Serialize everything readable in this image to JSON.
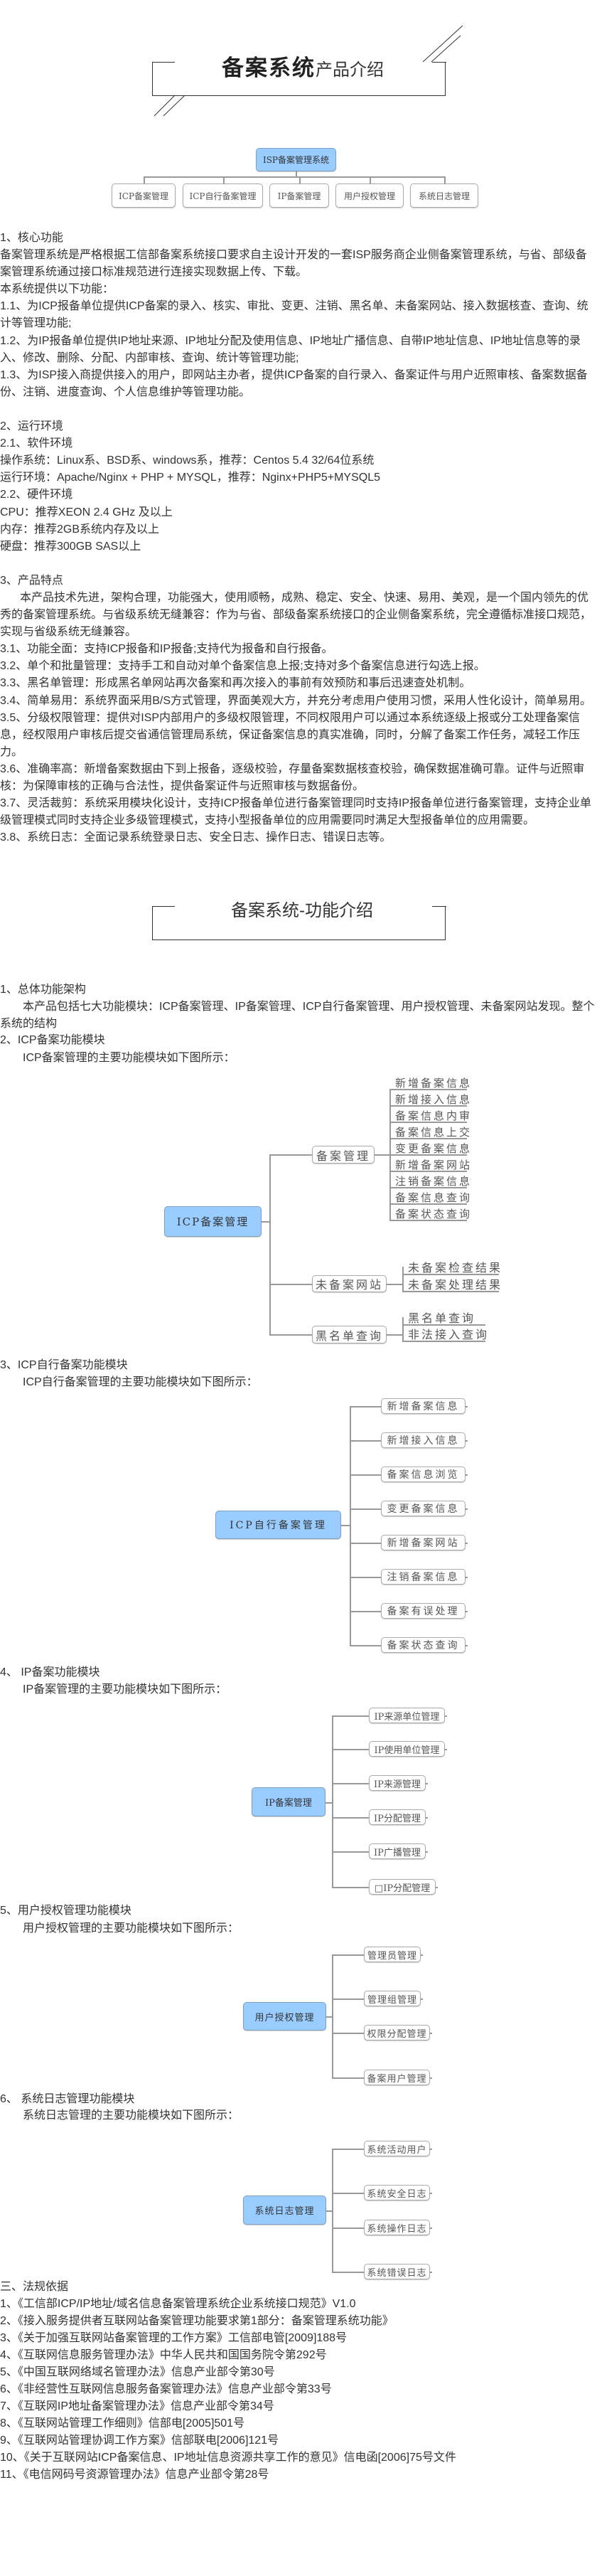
{
  "header1": {
    "title_bold": "备案系统",
    "title_normal": "产品介绍"
  },
  "overview_chart": {
    "root": "ISP备案管理系统",
    "children": [
      "ICP备案管理",
      "ICP自行备案管理",
      "IP备案管理",
      "用户授权管理",
      "系统日志管理"
    ]
  },
  "intro": {
    "s1": {
      "heading": "1、核心功能",
      "p1": "备案管理系统是严格根据工信部备案系统接口要求自主设计开发的一套ISP服务商企业侧备案管理系统，与省、部级备案管理系统通过接口标准规范进行连接实现数据上传、下载。",
      "p2": "本系统提供以下功能：",
      "items": [
        "1.1、为ICP报备单位提供ICP备案的录入、核实、审批、变更、注销、黑名单、未备案网站、接入数据核查、查询、统计等管理功能;",
        "1.2、为IP报备单位提供IP地址来源、IP地址分配及使用信息、IP地址广播信息、自带IP地址信息、IP地址信息等的录入、修改、删除、分配、内部审核、查询、统计等管理功能;",
        "1.3、为ISP接入商提供接入的用户，即网站主办者，提供ICP备案的自行录入、备案证件与用户近照审核、备案数据备份、注销、进度查询、个人信息维护等管理功能。"
      ]
    },
    "s2": {
      "heading": "2、运行环境",
      "lines": [
        "2.1、软件环境",
        "操作系统：Linux系、BSD系、windows系，推荐：Centos 5.4 32/64位系统",
        "运行环境：Apache/Nginx + PHP + MYSQL，推荐：Nginx+PHP5+MYSQL5",
        "2.2、硬件环境",
        "CPU：推荐XEON 2.4 GHz 及以上",
        "内存：推荐2GB系统内存及以上",
        "硬盘：推荐300GB SAS以上"
      ]
    },
    "s3": {
      "heading": "3、产品特点",
      "p1": "本产品技术先进，架构合理，功能强大，使用顺畅，成熟、稳定、安全、快速、易用、美观，是一个国内领先的优秀的备案管理系统。与省级系统无缝兼容：作为与省、部级备案系统接口的企业侧备案系统，完全遵循标准接口规范，实现与省级系统无缝兼容。",
      "items": [
        "3.1、功能全面：支持ICP报备和IP报备;支持代为报备和自行报备。",
        "3.2、单个和批量管理：支持手工和自动对单个备案信息上报;支持对多个备案信息进行勾选上报。",
        "3.3、黑名单管理：形成黑名单网站再次备案和再次接入的事前有效预防和事后迅速查处机制。",
        "3.4、简单易用：系统界面采用B/S方式管理，界面美观大方，并充分考虑用户使用习惯，采用人性化设计，简单易用。",
        "3.5、分级权限管理：提供对ISP内部用户的多级权限管理，不同权限用户可以通过本系统逐级上报或分工处理备案信息，经权限用户审核后提交省通信管理局系统，保证备案信息的真实准确，同时，分解了备案工作任务，减轻工作压力。",
        "3.6、准确率高：新增备案数据由下到上报备，逐级校验，存量备案数据核查校验，确保数据准确可靠。证件与近照审核：为保障审核的正确与合法性，提供备案证件与近照审核与数据备份。",
        "3.7、灵活裁剪：系统采用模块化设计，支持ICP报备单位进行备案管理同时支持IP报备单位进行备案管理，支持企业单级管理模式同时支持企业多级管理模式，支持小型报备单位的应用需要同时满足大型报备单位的应用需要。",
        "3.8、系统日志：全面记录系统登录日志、安全日志、操作日志、错误日志等。"
      ]
    }
  },
  "header2": {
    "title": "备案系统-功能介绍"
  },
  "functions": {
    "arch": {
      "heading": "1、总体功能架构",
      "line1": "本产品包括七大功能模块：ICP备案管理、IP备案管理、ICP自行备案管理、用户授权管理、未备案网站发现。整个",
      "line2": "系统的结构"
    },
    "icp": {
      "heading": "2、ICP备案功能模块",
      "caption": "ICP备案管理的主要功能模块如下图所示：",
      "root": "ICP备案管理",
      "branches": [
        {
          "label": "备案管理",
          "leaves": [
            "新增备案信息",
            "新增接入信息",
            "备案信息内审",
            "备案信息上交",
            "变更备案信息",
            "新增备案网站",
            "注销备案信息",
            "备案信息查询",
            "备案状态查询"
          ]
        },
        {
          "label": "未备案网站",
          "leaves": [
            "未备案检查结果",
            "未备案处理结果"
          ]
        },
        {
          "label": "黑名单查询",
          "leaves": [
            "黑名单查询",
            "非法接入查询"
          ]
        }
      ]
    },
    "icp_self": {
      "heading": "3、ICP自行备案功能模块",
      "caption": "ICP自行备案管理的主要功能模块如下图所示：",
      "root": "ICP自行备案管理",
      "leaves": [
        "新增备案信息",
        "新增接入信息",
        "备案信息浏览",
        "变更备案信息",
        "新增备案网站",
        "注销备案信息",
        "备案有误处理",
        "备案状态查询"
      ]
    },
    "ip": {
      "heading": "4、 IP备案功能模块",
      "caption": "IP备案管理的主要功能模块如下图所示：",
      "root": "IP备案管理",
      "leaves": [
        "IP来源单位管理",
        "IP使用单位管理",
        "IP来源管理",
        "IP分配管理",
        "IP广播管理",
        "□IP分配管理"
      ]
    },
    "user": {
      "heading": "5、用户授权管理功能模块",
      "caption": "用户授权管理的主要功能模块如下图所示：",
      "root": "用户授权管理",
      "leaves": [
        "管理员管理",
        "管理组管理",
        "权限分配管理",
        "备案用户管理"
      ]
    },
    "log": {
      "heading": "6、 系统日志管理功能模块",
      "caption": "系统日志管理的主要功能模块如下图所示：",
      "root": "系统日志管理",
      "leaves": [
        "系统活动用户",
        "系统安全日志",
        "系统操作日志",
        "系统错误日志"
      ]
    }
  },
  "laws": {
    "heading": "三、法规依据",
    "items": [
      "1、《工信部ICP/IP地址/域名信息备案管理系统企业系统接口规范》V1.0",
      "2、《接入服务提供者互联网站备案管理功能要求第1部分：备案管理系统功能》",
      "3、《关于加强互联网站备案管理的工作方案》工信部电管[2009]188号",
      "4、《互联网信息服务管理办法》中华人民共和国国务院令第292号",
      "5、《中国互联网络域名管理办法》信息产业部令第30号",
      "6、《非经营性互联网信息服务备案管理办法》信息产业部令第33号",
      "7、《互联网IP地址备案管理办法》信息产业部令第34号",
      "8、《互联网站管理工作细则》信部电[2005]501号",
      "9、《互联网站管理协调工作方案》信部联电[2006]121号",
      "10、《关于互联网站ICP备案信息、IP地址信息资源共享工作的意见》信电函[2006]75号文件",
      "11、《电信网码号资源管理办法》信息产业部令第28号"
    ]
  },
  "colors": {
    "root_fill": "#99ccff",
    "text": "#333333",
    "connector": "#999999"
  }
}
